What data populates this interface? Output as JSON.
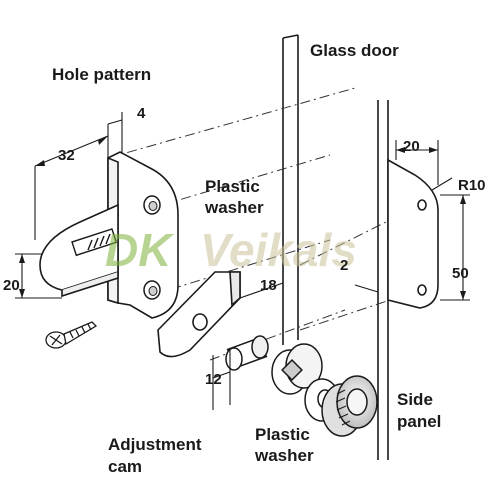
{
  "labels": {
    "hole_pattern": "Hole pattern",
    "glass_door": "Glass door",
    "plastic_washer_top_1": "Plastic",
    "plastic_washer_top_2": "washer",
    "plastic_washer_bottom_1": "Plastic",
    "plastic_washer_bottom_2": "washer",
    "adjustment_cam_1": "Adjustment",
    "adjustment_cam_2": "cam",
    "side_panel_1": "Side",
    "side_panel_2": "panel"
  },
  "dimensions": {
    "d4": "4",
    "d32": "32",
    "d20_left": "20",
    "d18": "18",
    "d12": "12",
    "d2": "2",
    "d20_right": "20",
    "r10": "R10",
    "d50": "50"
  },
  "watermark": {
    "dk": "DK",
    "veikals": "Veikals",
    "dk_color": "#7fb23a",
    "veikals_color": "#c9c39a"
  }
}
